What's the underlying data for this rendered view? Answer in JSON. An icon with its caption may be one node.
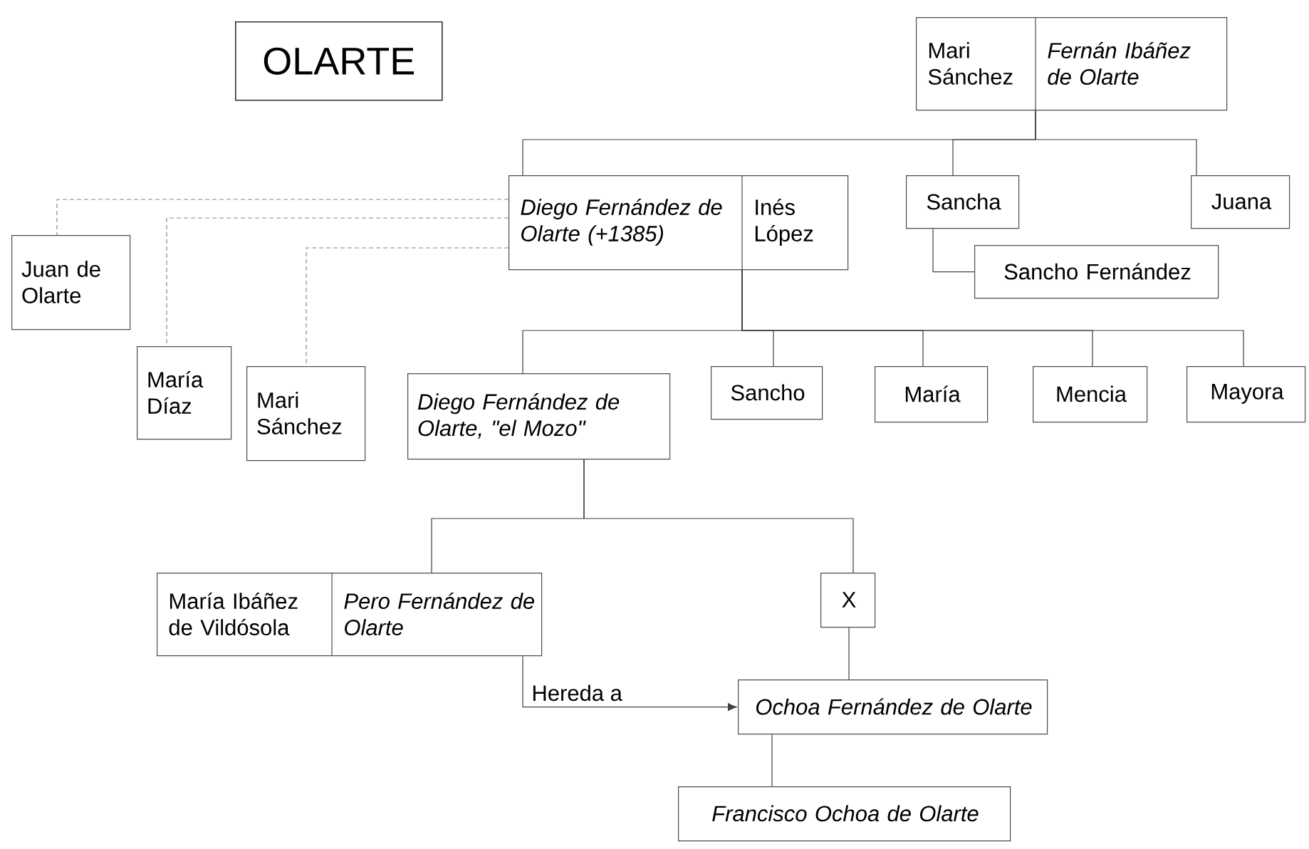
{
  "diagram": {
    "title": "OLARTE",
    "nodes": [
      {
        "text": [
          "Mari Sánchez",
          "Fernán Ibáñez de Olarte"
        ]
      },
      {
        "text": [
          "Diego Fernández de Olarte (+1385)",
          "Inés López"
        ]
      },
      {
        "text": [
          "Sancha"
        ]
      },
      {
        "text": [
          "Juana"
        ]
      },
      {
        "text": [
          "Sancho Fernández"
        ]
      },
      {
        "text": [
          "Juan de Olarte"
        ]
      },
      {
        "text": [
          "María Díaz"
        ]
      },
      {
        "text": [
          "Mari Sánchez"
        ]
      },
      {
        "text": [
          "Diego Fernández de Olarte, \"el Mozo\""
        ]
      },
      {
        "text": [
          "Sancho"
        ]
      },
      {
        "text": [
          "María"
        ]
      },
      {
        "text": [
          "Mencia"
        ]
      },
      {
        "text": [
          "Mayora"
        ]
      },
      {
        "text": [
          "María Ibáñez de Vildósola",
          "Pero Fernández de Olarte"
        ]
      },
      {
        "text": [
          "X"
        ]
      },
      {
        "text": [
          "Ochoa Fernández de Olarte"
        ]
      },
      {
        "text": [
          "Francisco Ochoa de Olarte"
        ]
      }
    ],
    "edges": [
      {
        "from": 0,
        "to": 1,
        "arrow": "none"
      },
      {
        "from": 0,
        "to": 2,
        "arrow": "none"
      },
      {
        "from": 0,
        "to": 3,
        "arrow": "none"
      },
      {
        "from": 2,
        "to": 4,
        "arrow": "none"
      },
      {
        "from": 1,
        "to": 5,
        "arrow": "none",
        "style": "dashed",
        "color": "#888888"
      },
      {
        "from": 1,
        "to": 6,
        "arrow": "none",
        "style": "dashed",
        "color": "#888888"
      },
      {
        "from": 1,
        "to": 7,
        "arrow": "none",
        "style": "dashed",
        "color": "#888888"
      },
      {
        "from": 1,
        "to": 8,
        "arrow": "none"
      },
      {
        "from": 1,
        "to": 9,
        "arrow": "none"
      },
      {
        "from": 1,
        "to": 10,
        "arrow": "none"
      },
      {
        "from": 1,
        "to": 11,
        "arrow": "none"
      },
      {
        "from": 1,
        "to": 12,
        "arrow": "none"
      },
      {
        "from": 8,
        "to": 13,
        "arrow": "none"
      },
      {
        "from": 8,
        "to": 14,
        "arrow": "none"
      },
      {
        "from": 14,
        "to": 15,
        "arrow": "none"
      },
      {
        "from": 13,
        "to": 15,
        "arrow": "to",
        "label": "Hereda a"
      },
      {
        "from": 15,
        "to": 16,
        "arrow": "none"
      }
    ]
  }
}
